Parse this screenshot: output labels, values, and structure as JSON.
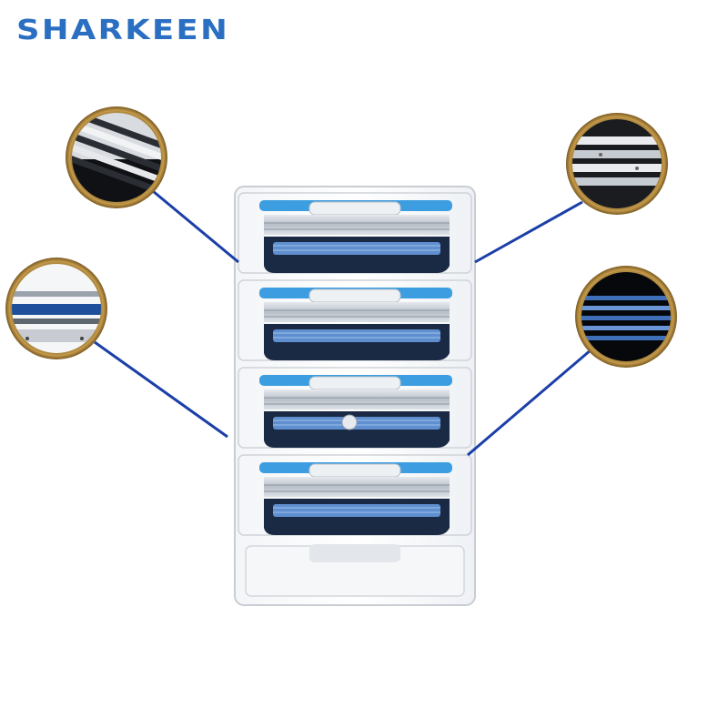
{
  "brand": {
    "name": "SHARKEEN",
    "color": "#2a6fc2"
  },
  "product": {
    "cartridge_count": 4,
    "callout_count": 4
  },
  "colors": {
    "blade_blue": "#1e4f9a",
    "callout_ring": "#c59a4a",
    "leader_line": "#1b3fa8",
    "tray_edge": "#c9cdd2"
  }
}
